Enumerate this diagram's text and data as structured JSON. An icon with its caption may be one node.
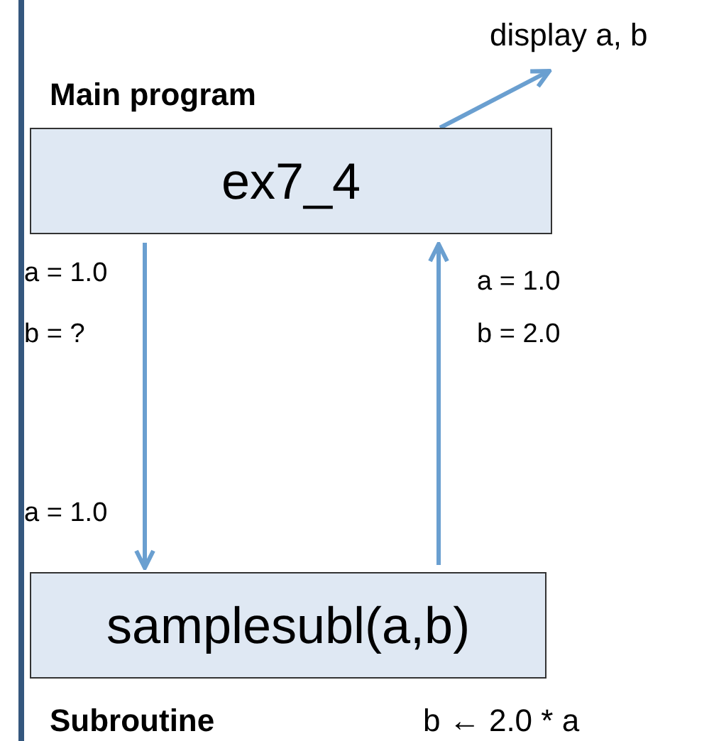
{
  "diagram": {
    "nodes": [
      {
        "text": [
          "Main program",
          "ex7_4"
        ]
      },
      {
        "text": [
          "samplesubl(a,b)"
        ],
        "beside": [
          "Subroutine",
          "b ← 2.0 * a"
        ]
      },
      {
        "text": [
          "display a, b"
        ]
      }
    ],
    "edges": [
      {
        "from": 0,
        "to": 2,
        "arrow": "to"
      },
      {
        "from": 0,
        "to": 1,
        "arrow": "to"
      },
      {
        "from": 1,
        "to": 0,
        "arrow": "to"
      }
    ],
    "labels": [
      "a = 1.0",
      "b = ?",
      "a = 1.0",
      "a = 1.0",
      "b = 2.0"
    ]
  }
}
